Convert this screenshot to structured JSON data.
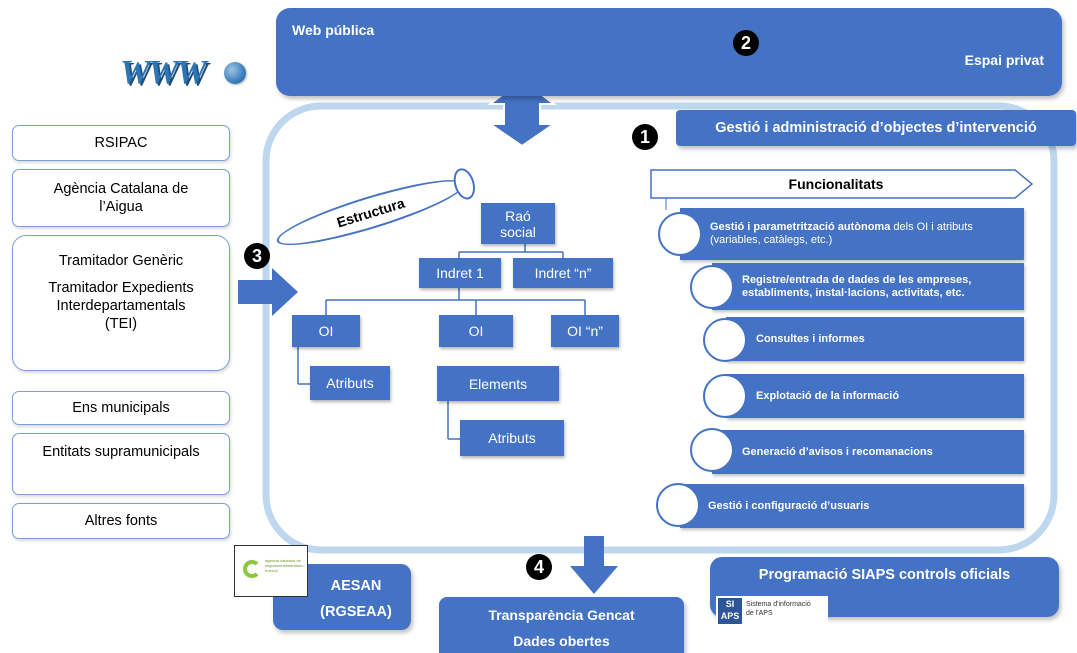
{
  "top_box": {
    "title": "Web pública",
    "subtitle": "Espai privat"
  },
  "gestio_box": {
    "label": "Gestió i administració d’objectes d’intervenció"
  },
  "numbers": {
    "n1": "1",
    "n2": "2",
    "n3": "3",
    "n4": "4"
  },
  "www_logo": {
    "text": "WWW"
  },
  "sources": [
    {
      "label": "RSIPAC"
    },
    {
      "label": "Agència Catalana de l’Aigua"
    },
    {
      "label": "Tramitador Genèric"
    },
    {
      "label": "Tramitador Expedients Interdepartamentals (TEI)"
    },
    {
      "label": "Ens municipals"
    },
    {
      "label": "Entitats supramunicipals"
    },
    {
      "label": "Altres fonts"
    }
  ],
  "estructura": {
    "label": "Estructura"
  },
  "tree": {
    "rao_social": "Raó social",
    "indret_1": "Indret 1",
    "indret_n": "Indret “n”",
    "oi_1": "OI",
    "oi_2": "OI",
    "oi_n": "OI “n”",
    "atributs_1": "Atributs",
    "elements": "Elements",
    "atributs_2": "Atributs"
  },
  "funcionalitats": {
    "header": "Funcionalitats",
    "items": [
      {
        "bold": "Gestió i parametrització autònoma",
        "rest": " dels OI i atributs (variables, catàlegs, etc.)"
      },
      {
        "bold": "Registre/entrada de dades de les empreses, establiments, instal·lacions, activitats, etc.",
        "rest": ""
      },
      {
        "bold": "Consultes i informes",
        "rest": ""
      },
      {
        "bold": "Explotació de la informació",
        "rest": ""
      },
      {
        "bold": "Generació d’avisos i recomanacions",
        "rest": ""
      },
      {
        "bold": "Gestió i configuració d’usuaris",
        "rest": ""
      }
    ]
  },
  "aesan": {
    "line1": "AESAN",
    "line2": "(RGSEAA)",
    "logo_text": "agència catalana de seguretat alimentària i nutrició"
  },
  "transparencia": {
    "line1": "Transparència Gencat",
    "line2": "Dades obertes"
  },
  "siaps": {
    "title": "Programació SIAPS controls oficials",
    "logo_si": "SI",
    "logo_aps": "APS",
    "logo_text1": "Sistema d'informació",
    "logo_text2": "de l'APS"
  },
  "colors": {
    "primary": "#4472c4",
    "light_border": "#bdd7ee",
    "dark": "#2f528f"
  }
}
